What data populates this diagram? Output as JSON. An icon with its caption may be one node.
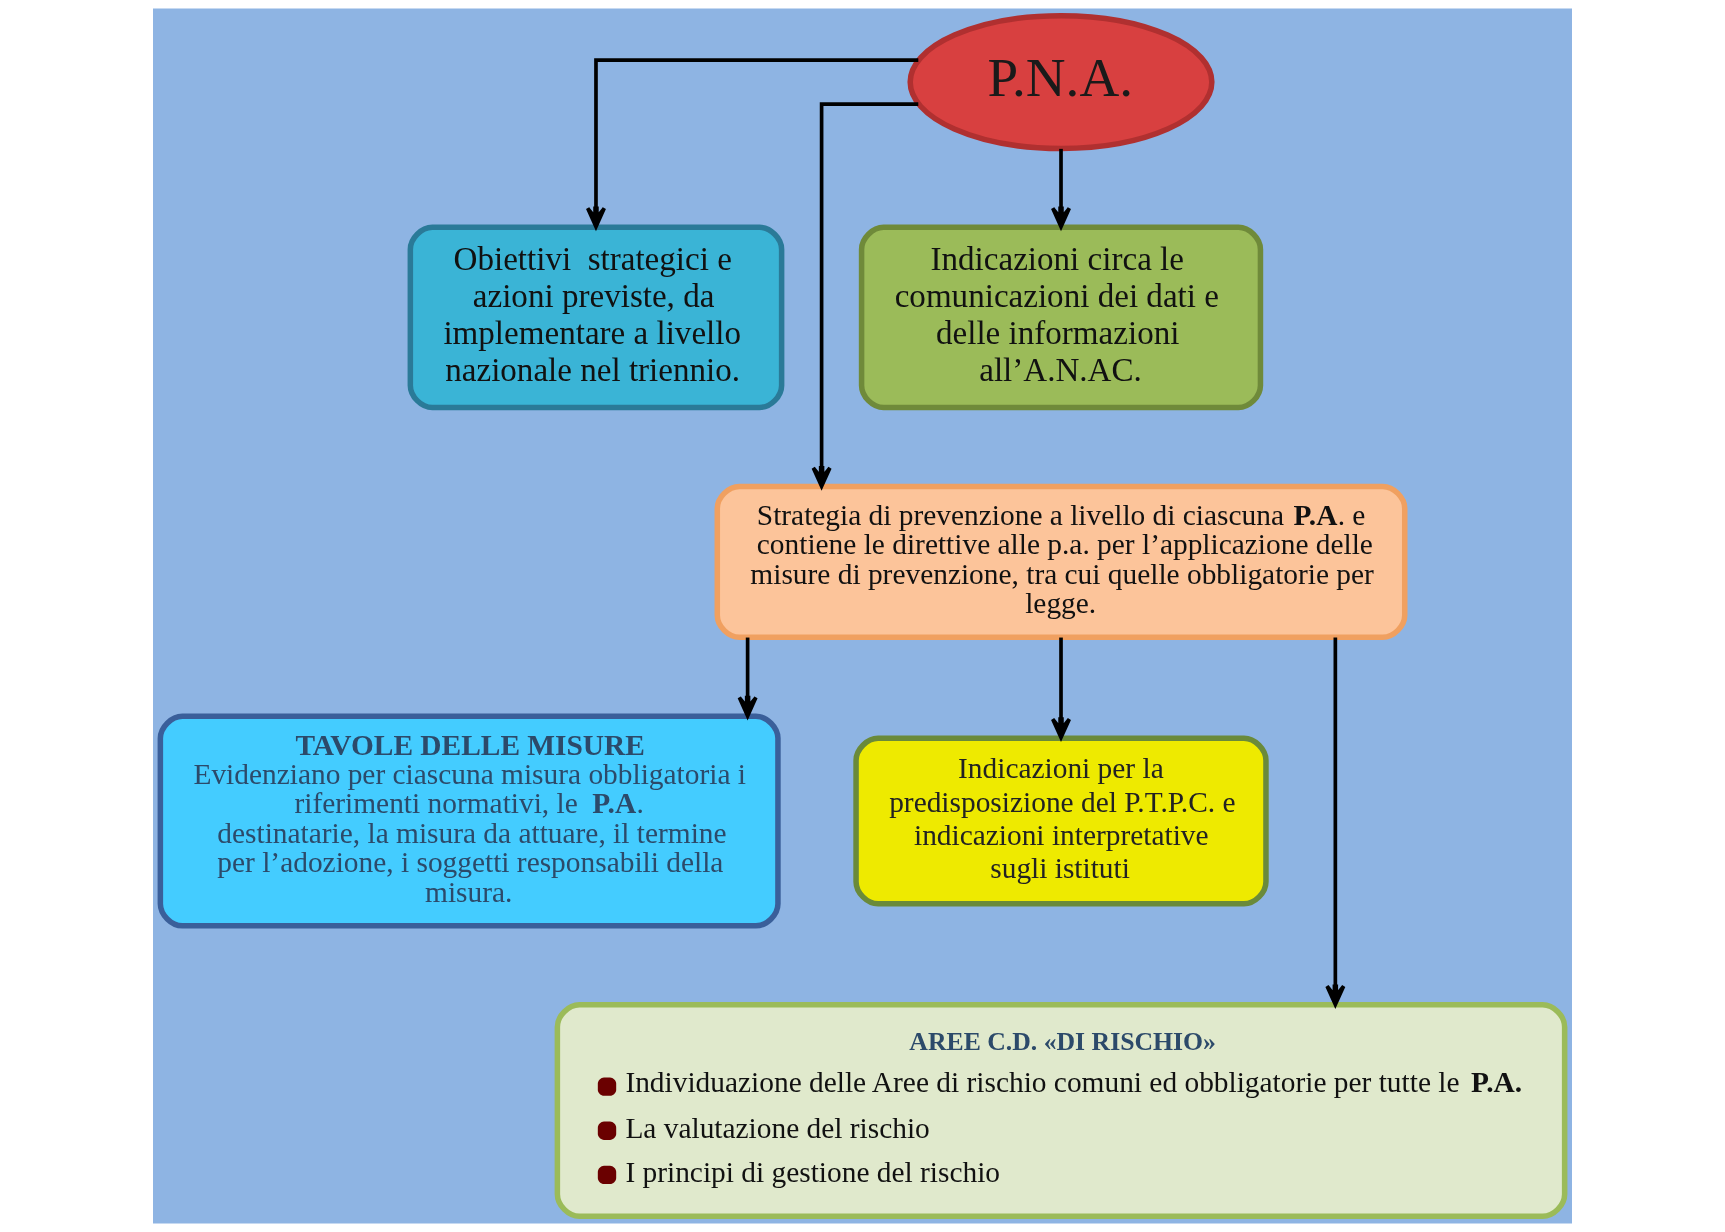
{
  "diagram": {
    "nodes": [
      {
        "text": [
          "P.N.A."
        ]
      },
      {
        "text": [
          "Obiettivi  strategici e azioni previste, da implementare a livello nazionale nel triennio."
        ]
      },
      {
        "text": [
          "Indicazioni circa le comunicazioni dei dati e delle informazioni all’A.N.AC."
        ]
      },
      {
        "text": [
          "Strategia di prevenzione a livello di ciascuna **P.A**. e contiene le direttive alle p.a. per l’applicazione delle misure di prevenzione, tra cui quelle obbligatorie per legge."
        ]
      },
      {
        "text": [
          "TAVOLE DELLE MISURE",
          "Evidenziano per ciascuna misura obbligatoria i riferimenti normativi, le **P.A**. destinatarie, la misura da attuare, il termine per l’adozione, i soggetti responsabili della misura."
        ]
      },
      {
        "text": [
          "Indicazioni per la predisposizione del P.T.P.C. e indicazioni interpretative sugli istituti"
        ]
      },
      {
        "text": [
          "AREE C.D. «DI RISCHIO»",
          "Individuazione delle Aree di rischio comuni ed obbligatorie per tutte le **P.A.**",
          "La valutazione del rischio",
          "I principi di gestione del rischio"
        ]
      }
    ],
    "edges": [
      {
        "from": 0,
        "to": 1,
        "arrow": "to"
      },
      {
        "from": 0,
        "to": 2,
        "arrow": "to"
      },
      {
        "from": 0,
        "to": 3,
        "arrow": "to"
      },
      {
        "from": 3,
        "to": 4,
        "arrow": "to"
      },
      {
        "from": 3,
        "to": 5,
        "arrow": "to"
      },
      {
        "from": 3,
        "to": 6,
        "arrow": "to"
      }
    ]
  }
}
